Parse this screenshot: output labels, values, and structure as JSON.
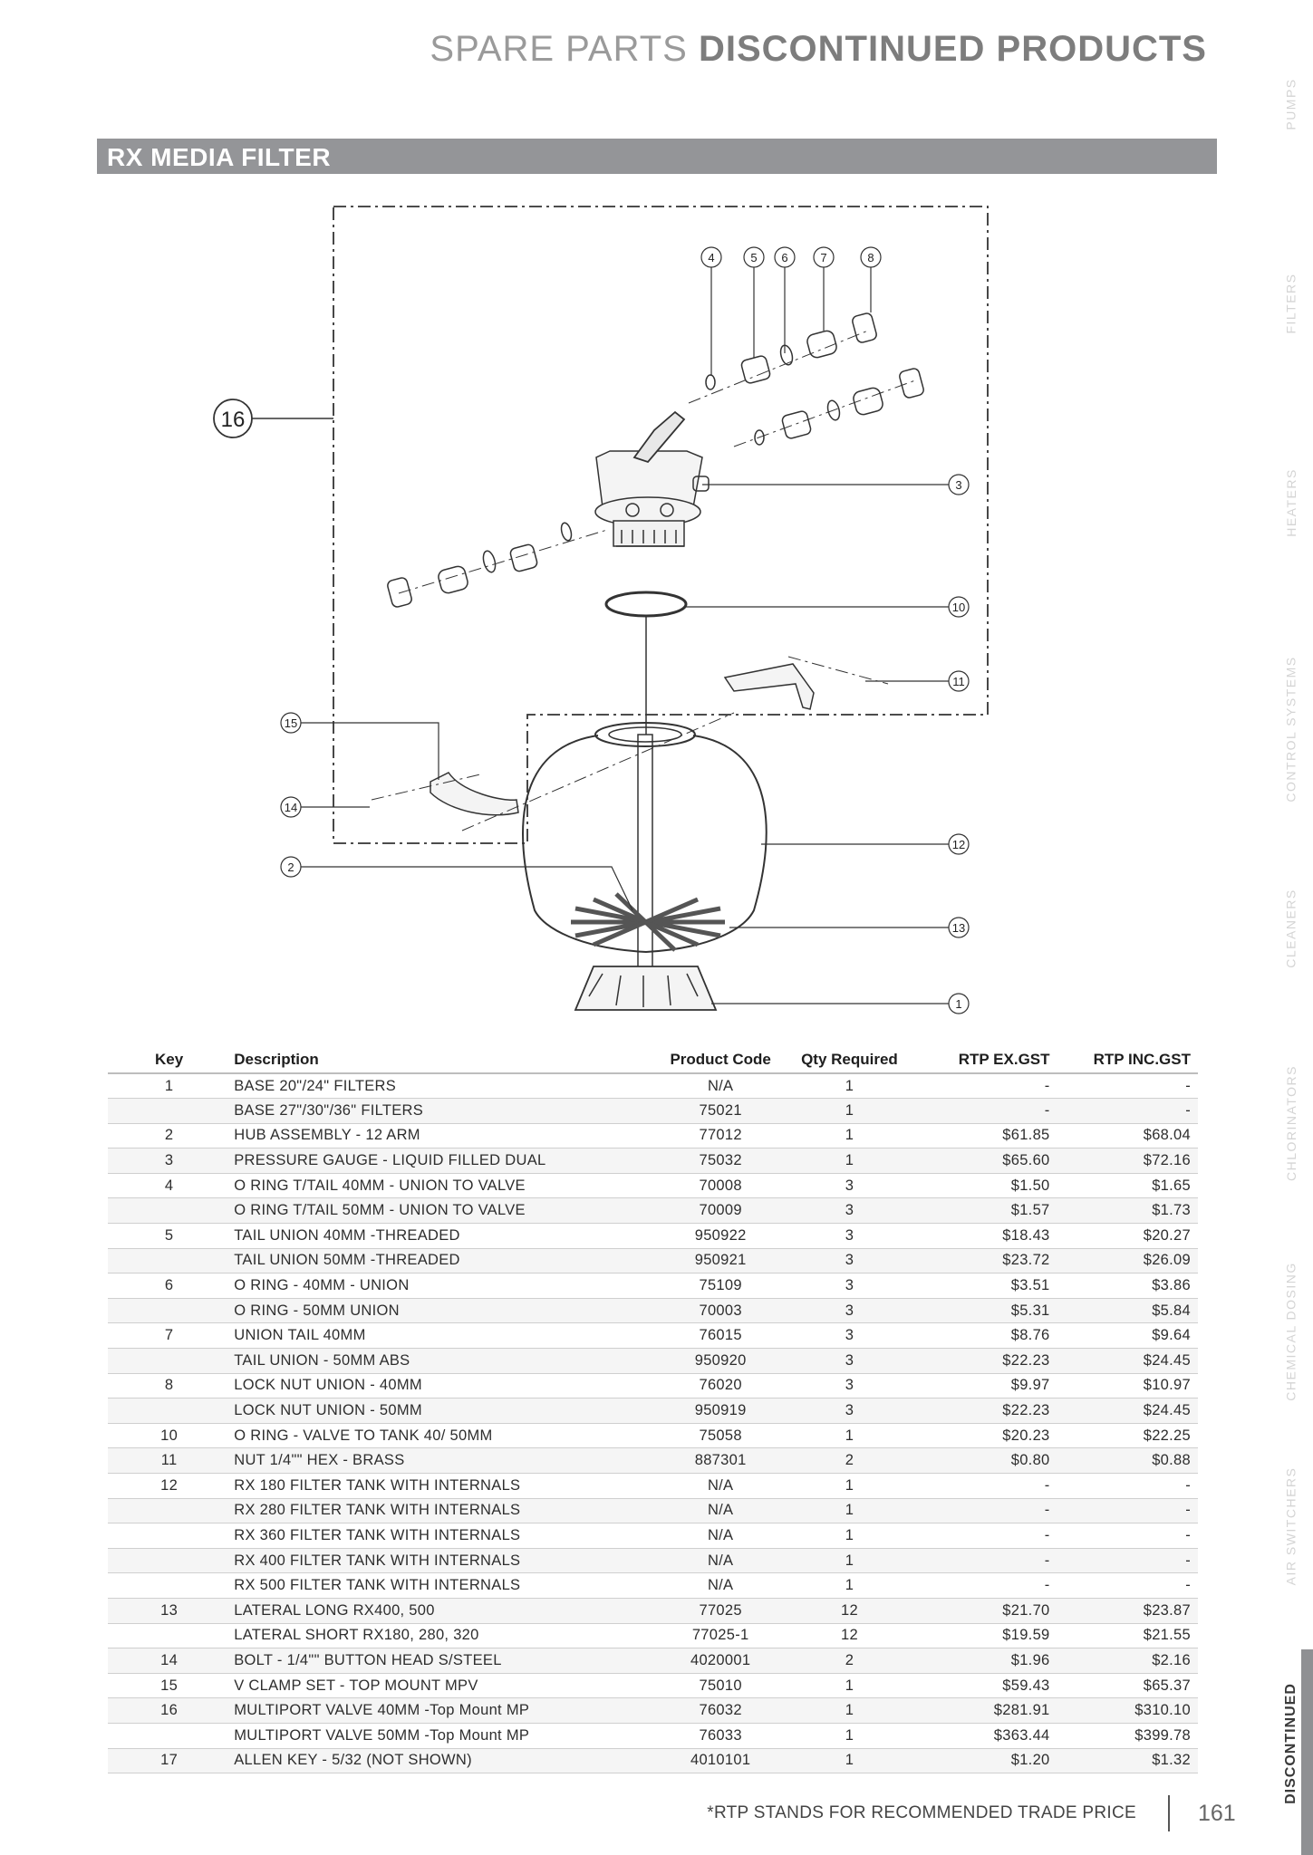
{
  "header": {
    "title_light": "SPARE PARTS",
    "title_bold": "DISCONTINUED PRODUCTS"
  },
  "section": {
    "title": "RX MEDIA FILTER"
  },
  "diagram": {
    "callouts": [
      "16",
      "4",
      "5",
      "6",
      "7",
      "8",
      "3",
      "10",
      "11",
      "15",
      "14",
      "2",
      "12",
      "13",
      "1"
    ]
  },
  "table": {
    "headers": {
      "key": "Key",
      "description": "Description",
      "code": "Product Code",
      "qty": "Qty Required",
      "ex": "RTP EX.GST",
      "inc": "RTP INC.GST"
    },
    "rows": [
      {
        "key": "1",
        "desc": "BASE 20\"/24\" FILTERS",
        "code": "N/A",
        "qty": "1",
        "ex": "-",
        "inc": "-"
      },
      {
        "key": "",
        "desc": "BASE 27\"/30\"/36\" FILTERS",
        "code": "75021",
        "qty": "1",
        "ex": "-",
        "inc": "-"
      },
      {
        "key": "2",
        "desc": "HUB ASSEMBLY - 12 ARM",
        "code": "77012",
        "qty": "1",
        "ex": "$61.85",
        "inc": "$68.04"
      },
      {
        "key": "3",
        "desc": "PRESSURE GAUGE - LIQUID FILLED DUAL",
        "code": "75032",
        "qty": "1",
        "ex": "$65.60",
        "inc": "$72.16"
      },
      {
        "key": "4",
        "desc": "O RING T/TAIL 40MM - UNION TO VALVE",
        "code": "70008",
        "qty": "3",
        "ex": "$1.50",
        "inc": "$1.65"
      },
      {
        "key": "",
        "desc": "O RING  T/TAIL 50MM - UNION TO VALVE",
        "code": "70009",
        "qty": "3",
        "ex": "$1.57",
        "inc": "$1.73"
      },
      {
        "key": "5",
        "desc": "TAIL UNION 40MM -THREADED",
        "code": "950922",
        "qty": "3",
        "ex": "$18.43",
        "inc": "$20.27"
      },
      {
        "key": "",
        "desc": "TAIL UNION 50MM -THREADED",
        "code": "950921",
        "qty": "3",
        "ex": "$23.72",
        "inc": "$26.09"
      },
      {
        "key": "6",
        "desc": "O RING - 40MM  - UNION",
        "code": "75109",
        "qty": "3",
        "ex": "$3.51",
        "inc": "$3.86"
      },
      {
        "key": "",
        "desc": "O RING - 50MM  UNION",
        "code": "70003",
        "qty": "3",
        "ex": "$5.31",
        "inc": "$5.84"
      },
      {
        "key": "7",
        "desc": "UNION TAIL  40MM",
        "code": "76015",
        "qty": "3",
        "ex": "$8.76",
        "inc": "$9.64"
      },
      {
        "key": "",
        "desc": "TAIL UNION  - 50MM ABS",
        "code": "950920",
        "qty": "3",
        "ex": "$22.23",
        "inc": "$24.45"
      },
      {
        "key": "8",
        "desc": "LOCK NUT UNION - 40MM",
        "code": "76020",
        "qty": "3",
        "ex": "$9.97",
        "inc": "$10.97"
      },
      {
        "key": "",
        "desc": "LOCK NUT UNION  - 50MM",
        "code": "950919",
        "qty": "3",
        "ex": "$22.23",
        "inc": "$24.45"
      },
      {
        "key": "10",
        "desc": "O RING - VALVE TO TANK   40/ 50MM",
        "code": "75058",
        "qty": "1",
        "ex": "$20.23",
        "inc": "$22.25"
      },
      {
        "key": "11",
        "desc": "NUT 1/4\"\"  HEX  - BRASS",
        "code": "887301",
        "qty": "2",
        "ex": "$0.80",
        "inc": "$0.88"
      },
      {
        "key": "12",
        "desc": "RX 180 FILTER TANK WITH INTERNALS",
        "code": "N/A",
        "qty": "1",
        "ex": "-",
        "inc": "-"
      },
      {
        "key": "",
        "desc": "RX 280 FILTER TANK WITH INTERNALS",
        "code": "N/A",
        "qty": "1",
        "ex": "-",
        "inc": "-"
      },
      {
        "key": "",
        "desc": "RX 360 FILTER TANK WITH INTERNALS",
        "code": "N/A",
        "qty": "1",
        "ex": "-",
        "inc": "-"
      },
      {
        "key": "",
        "desc": "RX 400 FILTER TANK WITH INTERNALS",
        "code": "N/A",
        "qty": "1",
        "ex": "-",
        "inc": "-"
      },
      {
        "key": "",
        "desc": "RX 500  FILTER TANK WITH INTERNALS",
        "code": "N/A",
        "qty": "1",
        "ex": "-",
        "inc": "-"
      },
      {
        "key": "13",
        "desc": "LATERAL LONG RX400, 500",
        "code": "77025",
        "qty": "12",
        "ex": "$21.70",
        "inc": "$23.87"
      },
      {
        "key": "",
        "desc": "LATERAL SHORT RX180, 280, 320",
        "code": "77025-1",
        "qty": "12",
        "ex": "$19.59",
        "inc": "$21.55"
      },
      {
        "key": "14",
        "desc": "BOLT - 1/4\"\"  BUTTON HEAD S/STEEL",
        "code": "4020001",
        "qty": "2",
        "ex": "$1.96",
        "inc": "$2.16"
      },
      {
        "key": "15",
        "desc": "V CLAMP SET -  TOP MOUNT MPV",
        "code": "75010",
        "qty": "1",
        "ex": "$59.43",
        "inc": "$65.37"
      },
      {
        "key": "16",
        "desc": "MULTIPORT VALVE  40MM -Top Mount MP",
        "code": "76032",
        "qty": "1",
        "ex": "$281.91",
        "inc": "$310.10"
      },
      {
        "key": "",
        "desc": "MULTIPORT VALVE  50MM -Top Mount MP",
        "code": "76033",
        "qty": "1",
        "ex": "$363.44",
        "inc": "$399.78"
      },
      {
        "key": "17",
        "desc": "ALLEN KEY - 5/32 (NOT SHOWN)",
        "code": "4010101",
        "qty": "1",
        "ex": "$1.20",
        "inc": "$1.32"
      }
    ]
  },
  "side_nav": {
    "items": [
      "PUMPS",
      "FILTERS",
      "HEATERS",
      "CONTROL SYSTEMS",
      "CLEANERS",
      "CHLORINATORS",
      "CHEMICAL DOSING",
      "AIR SWITCHERS",
      "DISCONTINUED"
    ],
    "active": "DISCONTINUED"
  },
  "footer": {
    "note": "*RTP STANDS FOR RECOMMENDED TRADE PRICE",
    "page_number": "161"
  }
}
